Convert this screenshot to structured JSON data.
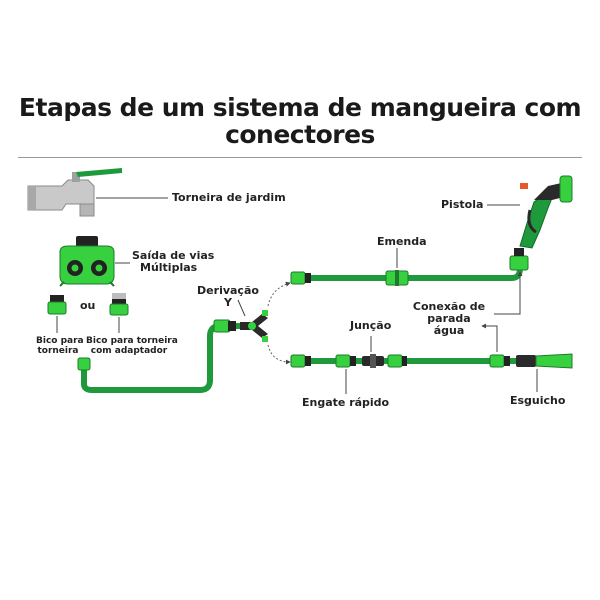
{
  "title": {
    "line1": "Etapas de um sistema de mangueira com",
    "line2": "conectores"
  },
  "labels": {
    "torneira": "Torneira de jardim",
    "saida_l1": "Saída de vias",
    "saida_l2": "Múltiplas",
    "ou": "ou",
    "bico_torneira_l1": "Bico para",
    "bico_torneira_l2": "torneira",
    "bico_adaptador_l1": "Bico para torneira",
    "bico_adaptador_l2": "com adaptador",
    "derivacao_l1": "Derivação",
    "derivacao_l2": "Y",
    "emenda": "Emenda",
    "pistola": "Pistola",
    "juncao": "Junção",
    "conexao_l1": "Conexão de",
    "conexao_l2": "parada",
    "conexao_l3": "água",
    "engate": "Engate rápido",
    "esguicho": "Esguicho"
  },
  "colors": {
    "hose": "#1e9a3c",
    "hose_dark": "#0f6a26",
    "connector": "#37d13f",
    "dark": "#2a2a2a",
    "metal": "#bdbdbd",
    "metal_dark": "#8a8a8a"
  }
}
